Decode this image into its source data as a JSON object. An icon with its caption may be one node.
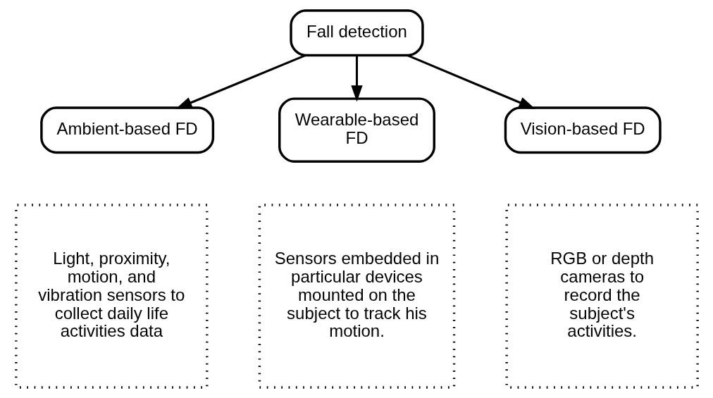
{
  "diagram": {
    "nodes": [
      {
        "text": [
          "Fall detection"
        ]
      },
      {
        "text": [
          "Ambient-based FD"
        ]
      },
      {
        "text": [
          "Wearable-based FD"
        ]
      },
      {
        "text": [
          "Vision-based FD"
        ]
      },
      {
        "text": [
          "Light, proximity, motion, and vibration sensors to collect daily life activities data"
        ]
      },
      {
        "text": [
          "Sensors embedded in particular devices mounted on the subject to track his motion."
        ]
      },
      {
        "text": [
          "RGB or depth cameras to record the subject's activities."
        ]
      }
    ],
    "edges": [
      {
        "from": 0,
        "to": 1,
        "arrow": "to"
      },
      {
        "from": 0,
        "to": 2,
        "arrow": "to"
      },
      {
        "from": 0,
        "to": 3,
        "arrow": "to"
      }
    ]
  }
}
